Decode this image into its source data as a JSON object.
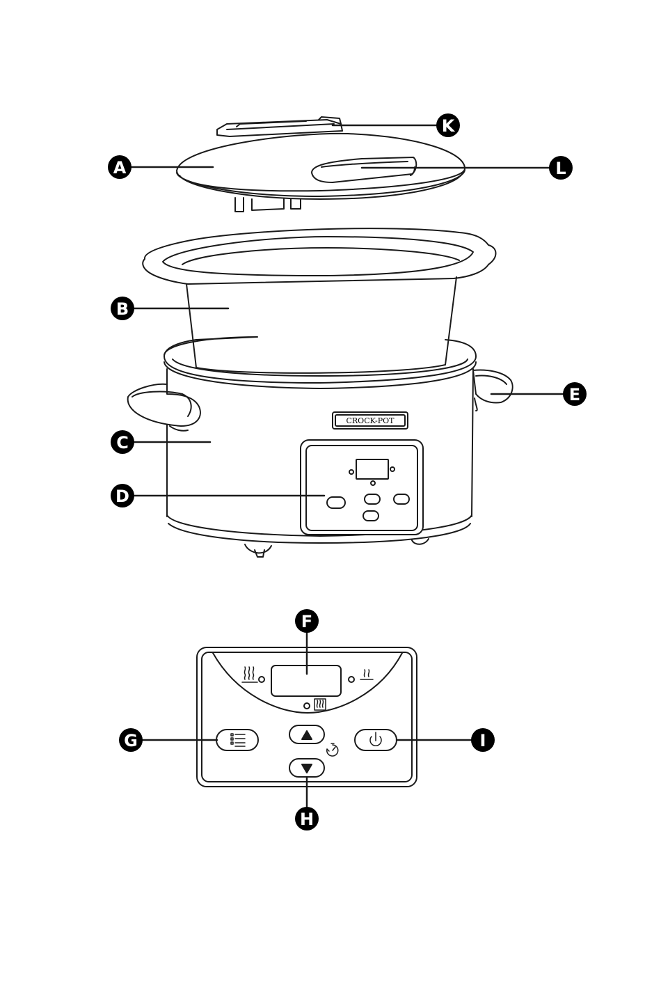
{
  "brand": {
    "name": "CROCK-POT"
  },
  "callouts": {
    "A": "A",
    "B": "B",
    "C": "C",
    "D": "D",
    "E": "E",
    "F": "F",
    "G": "G",
    "H": "H",
    "I": "I",
    "K": "K",
    "L": "L"
  },
  "icons": {
    "heat_high": "three-wavy-lines-over-bar",
    "heat_low": "two-wavy-lines-over-bar",
    "keep_warm": "wavy-lines-in-box",
    "timer": "stopwatch-icon",
    "menu": "menu-list-icon",
    "up": "triangle-up-icon",
    "down": "triangle-down-icon",
    "power": "power-icon"
  },
  "colors": {
    "line": "#1a1a1a",
    "callout_fill": "#000000",
    "callout_text": "#ffffff",
    "background": "#ffffff"
  }
}
